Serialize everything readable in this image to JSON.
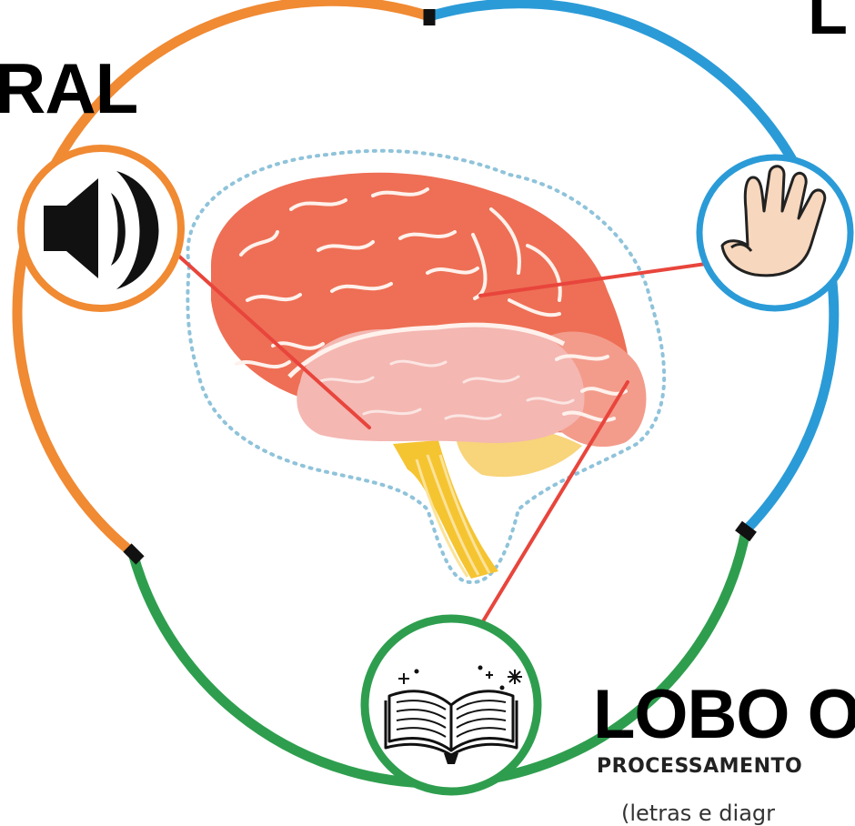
{
  "colors": {
    "temporal": "#f08a33",
    "parietal": "#2b9bd7",
    "occipital": "#2e9e4e",
    "brain_cortex": "#ee6f55",
    "brain_inner": "#f4b7b2",
    "cerebellum": "#f3b0a4",
    "brainstem": "#f5c431",
    "pointer_line": "#e8453c",
    "dotted_outline": "#8fc3da"
  },
  "labels": {
    "temporal": "RAL",
    "parietal": "L",
    "occipital": "LOBO O",
    "occipital_subtitle": "PROCESSAMENTO",
    "occipital_note": "(letras e diagr"
  },
  "icons": {
    "temporal": "speaker-icon",
    "parietal": "hand-icon",
    "occipital": "open-book-icon"
  }
}
